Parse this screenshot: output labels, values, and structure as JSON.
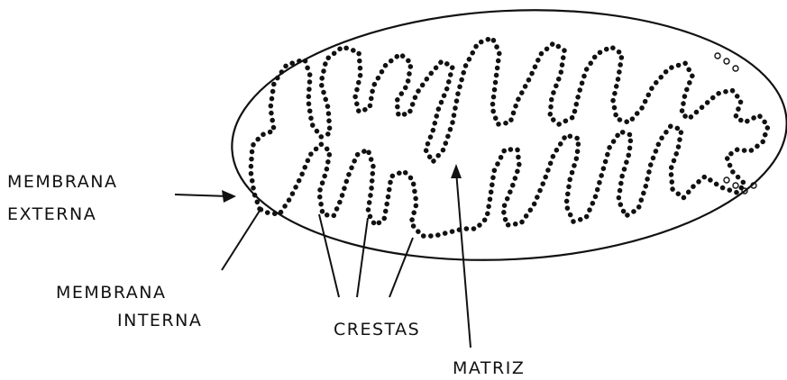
{
  "labels": {
    "outer_membrane": [
      "MEMBRANA",
      "EXTERNA"
    ],
    "inner_membrane": [
      "MEMBRANA",
      "INTERNA"
    ],
    "cristae": "CRESTAS",
    "matrix": "MATRIZ"
  },
  "colors": {
    "ink": "#111111",
    "paper": "#ffffff"
  }
}
